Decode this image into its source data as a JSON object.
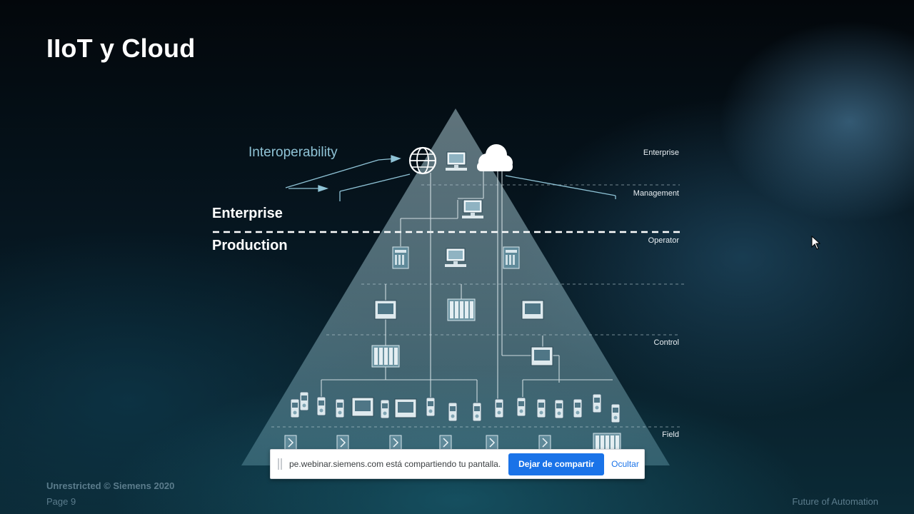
{
  "slide": {
    "title": "IIoT y Cloud",
    "interoperability_label": "Interoperability",
    "sections": {
      "enterprise": "Enterprise",
      "production": "Production"
    },
    "levels": {
      "enterprise": "Enterprise",
      "management": "Management",
      "operator": "Operator",
      "control": "Control",
      "field": "Field"
    },
    "icons": {
      "top": [
        "globe-icon",
        "computer-icon",
        "cloud-icon"
      ],
      "management": [
        "computer-icon"
      ],
      "operator": [
        "server-icon",
        "computer-icon",
        "server-rack-icon"
      ],
      "control": [
        "controller-icon",
        "plc-icon",
        "hmi-panel-icon",
        "plc-rack-icon",
        "controller-icon"
      ],
      "devices_row": [
        "drive-icon",
        "drive-icon",
        "sensor-icon",
        "sensor-icon",
        "hmi-panel-icon",
        "sensor-icon",
        "controller-icon",
        "drive-icon",
        "io-module-icon",
        "io-module-icon",
        "sensor-icon",
        "drive-icon",
        "drive-icon",
        "sensor-icon",
        "io-module-icon",
        "io-module-icon",
        "sensor-icon",
        "io-module-icon"
      ],
      "field_row": [
        "motor-icon",
        "valve-icon",
        "motor-icon",
        "sensor-icon",
        "valve-icon",
        "valve-icon",
        "plc-rack-icon"
      ]
    },
    "colors": {
      "pyramid": "#a9c6cf",
      "interop_text": "#8fc3d6",
      "footer_text": "#5b7c8c",
      "button_blue": "#1a73e8"
    }
  },
  "footer": {
    "copyright": "Unrestricted © Siemens 2020",
    "page": "Page 9",
    "tagline": "Future of Automation"
  },
  "share_bar": {
    "message": "pe.webinar.siemens.com está compartiendo tu pantalla.",
    "stop_label": "Dejar de compartir",
    "hide_label": "Ocultar"
  }
}
